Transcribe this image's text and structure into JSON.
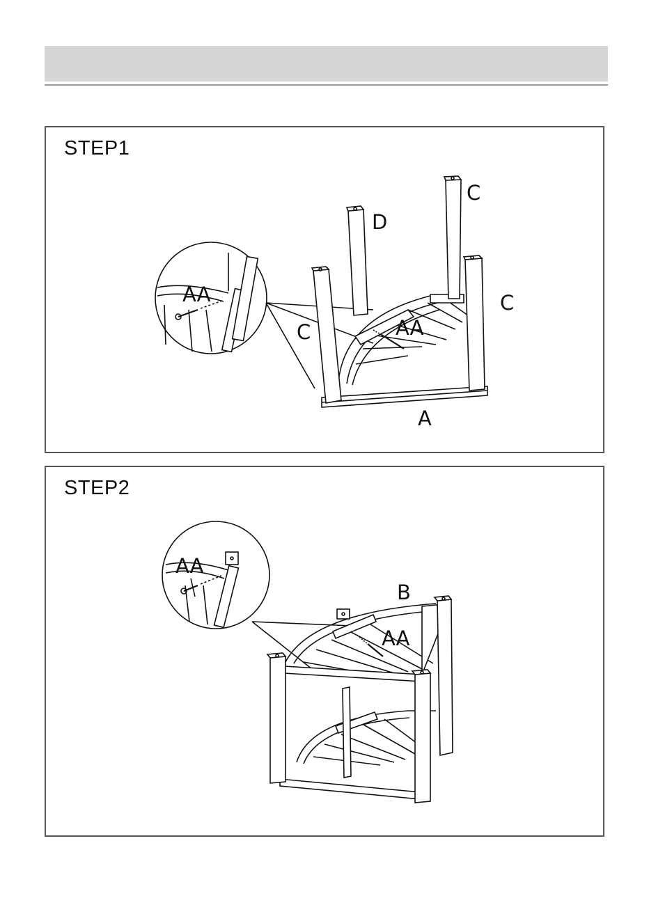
{
  "header": {
    "title": ""
  },
  "steps": [
    {
      "title": "STEP1",
      "labels": {
        "hardware_zoom": "AA",
        "hardware_main": "AA",
        "leg_front": "C",
        "leg_back_top": "C",
        "leg_right": "C",
        "leg_d": "D",
        "base": "A"
      }
    },
    {
      "title": "STEP2",
      "labels": {
        "hardware_zoom": "AA",
        "hardware_main": "AA",
        "shelf": "B"
      }
    }
  ]
}
